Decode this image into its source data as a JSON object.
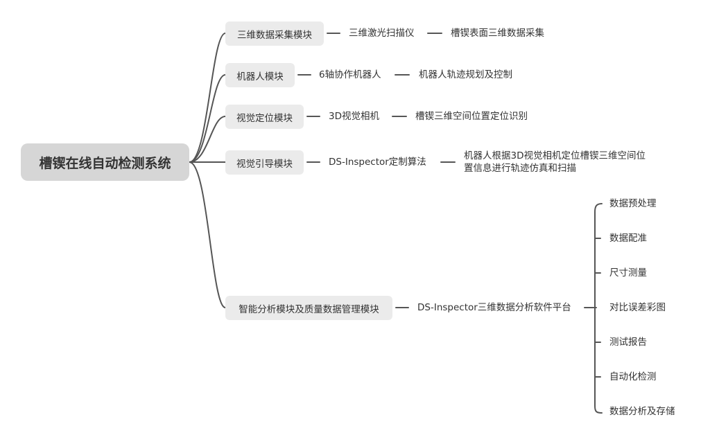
{
  "root": {
    "label": "槽锲在线自动检测系统"
  },
  "branches": [
    {
      "module": "三维数据采集模块",
      "tool": "三维激光扫描仪",
      "detail": "槽锲表面三维数据采集"
    },
    {
      "module": "机器人模块",
      "tool": "6轴协作机器人",
      "detail": "机器人轨迹规划及控制"
    },
    {
      "module": "视觉定位模块",
      "tool": "3D视觉相机",
      "detail": "槽锲三维空间位置定位识别"
    },
    {
      "module": "视觉引导模块",
      "tool": "DS-Inspector定制算法",
      "detail_lines": [
        "机器人根据3D视觉相机定位槽锲三维空间位",
        "置信息进行轨迹仿真和扫描"
      ]
    },
    {
      "module": "智能分析模块及质量数据管理模块",
      "tool": "DS-Inspector三维数据分析软件平台",
      "functions": [
        "数据预处理",
        "数据配准",
        "尺寸测量",
        "对比误差彩图",
        "测试报告",
        "自动化检测",
        "数据分析及存储"
      ]
    }
  ],
  "colors": {
    "line": "#555555",
    "root_fill": "#d6d6d6",
    "module_fill": "#ebebeb",
    "text": "#333333"
  }
}
